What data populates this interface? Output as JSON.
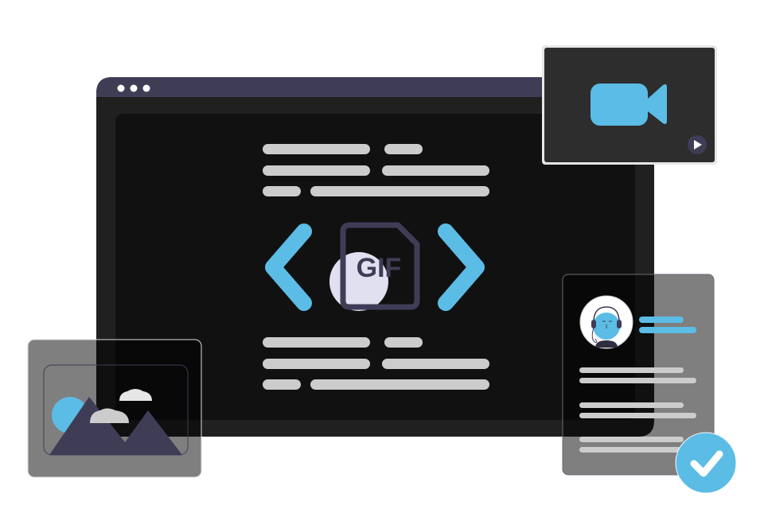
{
  "illustration": {
    "file_label": "GIF",
    "icons": [
      "browser-window",
      "gif-file-icon",
      "chevron-left-icon",
      "chevron-right-icon",
      "video-camera-icon",
      "play-icon",
      "image-icon",
      "support-agent-avatar",
      "check-circle-icon"
    ]
  },
  "colors": {
    "accent": "#5bbce6",
    "titlebar": "#3f3d56",
    "window_body": "#202020",
    "screen": "#111111",
    "text_bar": "#cccccc",
    "video_card": "#2d2d2d",
    "mountain": "#3f3d56",
    "gif_circle": "#e0e0f0"
  }
}
